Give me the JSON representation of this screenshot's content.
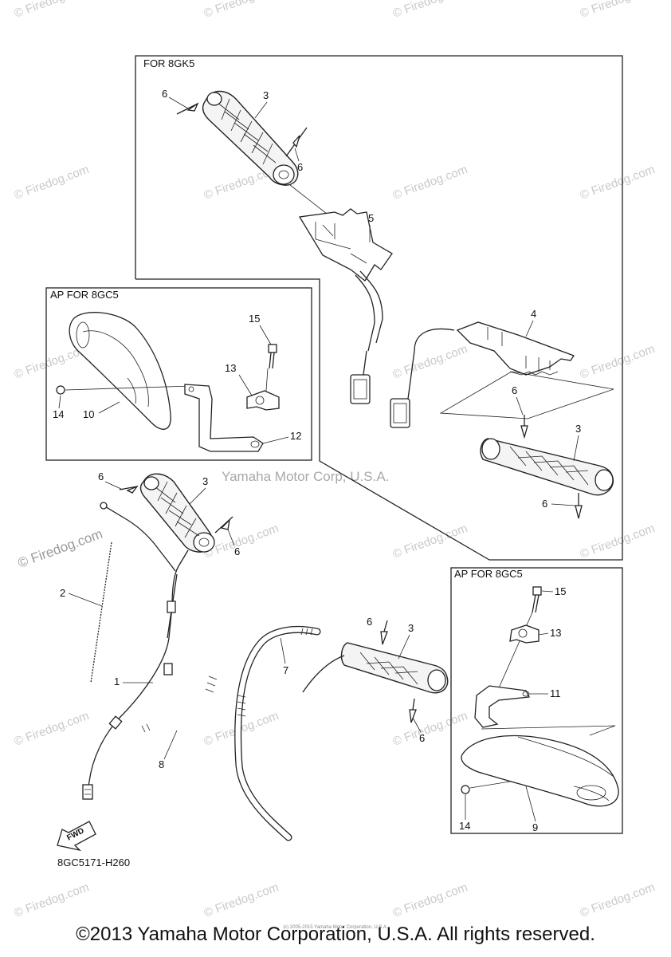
{
  "watermark": {
    "site": "© Firedog.com",
    "owner": "Yamaha Motor Corp, U.S.A."
  },
  "boxes": {
    "main_title": "FOR 8GK5",
    "left_title": "AP  FOR 8GC5",
    "right_title": "AP  FOR 8GC5"
  },
  "part_labels": {
    "p1": "1",
    "p2": "2",
    "p3": "3",
    "p4": "4",
    "p5": "5",
    "p6": "6",
    "p7": "7",
    "p8": "8",
    "p9": "9",
    "p10": "10",
    "p11": "11",
    "p12": "12",
    "p13": "13",
    "p14": "14",
    "p15": "15"
  },
  "fwd_label": "FWD",
  "diagram_code": "8GC5171-H260",
  "copyright": "©2013 Yamaha Motor Corporation, U.S.A. All rights reserved.",
  "fine_print": "(c) 2005-2015 Yamaha Motor Corporation, U.S.A."
}
